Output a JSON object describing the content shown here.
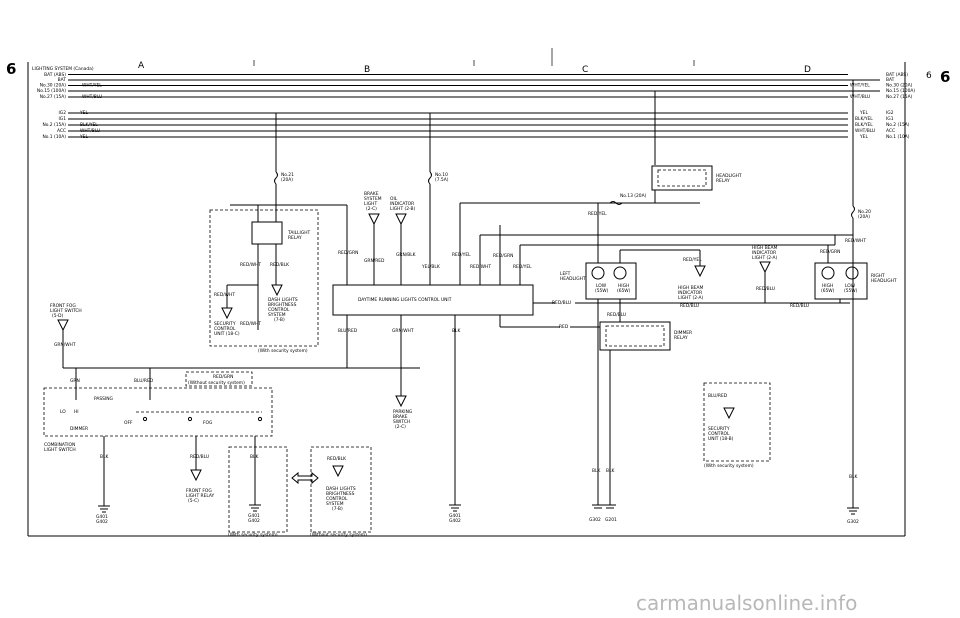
{
  "page": {
    "number_left": "6",
    "number_right": "6",
    "number_right_small": "6",
    "title": "LIGHTING SYSTEM (Canada)"
  },
  "columns": [
    "A",
    "B",
    "C",
    "D"
  ],
  "bus_left": [
    "BAT (ABS)",
    "BAT",
    "No.30 (20A)",
    "No.15 (100A)",
    "No.27 (15A)",
    "IG2",
    "IG1",
    "No.2 (15A)",
    "ACC",
    "No.1 (10A)"
  ],
  "bus_left_colors": [
    "WHT/YEL",
    "WHT/BLU",
    "YEL",
    "BLK/YEL",
    "WHT/BLU",
    "YEL"
  ],
  "bus_right": [
    "BAT (ABS)",
    "BAT",
    "No.30 (20A)",
    "No.15 (100A)",
    "No.27 (15A)",
    "IG2",
    "IG1",
    "No.2 (15A)",
    "ACC",
    "No.1 (10A)"
  ],
  "bus_right_colors": [
    "WHT/YEL",
    "WHT/BLU",
    "YEL",
    "BLK/YEL",
    "BLK/YEL",
    "WHT/BLU",
    "YEL"
  ],
  "fuses": {
    "f21": "No.21",
    "f21a": "(20A)",
    "f10": "No.10",
    "f10a": "(7.5A)",
    "f13": "No.13 (20A)",
    "f20": "No.20",
    "f20a": "(20A)"
  },
  "components": {
    "taillight_relay": [
      "TAILLIGHT",
      "RELAY"
    ],
    "brake_light": [
      "BRAKE",
      "SYSTEM",
      "LIGHT",
      "(2-C)"
    ],
    "oil_light": [
      "OIL",
      "INDICATOR",
      "LIGHT (2-B)"
    ],
    "headlight_relay": [
      "HEADLIGHT",
      "RELAY"
    ],
    "dimmer_relay": [
      "DIMMER",
      "RELAY"
    ],
    "left_headlight": [
      "LEFT",
      "HEADLIGHT"
    ],
    "right_headlight": [
      "RIGHT",
      "HEADLIGHT"
    ],
    "high_beam_top": [
      "HIGH BEAM",
      "INDICATOR",
      "LIGHT (2-A)"
    ],
    "high_beam_mid": [
      "HIGH BEAM",
      "INDICATOR",
      "LIGHT (2-A)"
    ],
    "drl_unit": "DAYTIME RUNNING LIGHTS CONTROL UNIT",
    "dash_lights_upper": [
      "DASH LIGHTS",
      "BRIGHTNESS",
      "CONTROL",
      "SYSTEM",
      "(7-B)"
    ],
    "security_upper": [
      "SECURITY",
      "CONTROL",
      "UNIT (18-C)"
    ],
    "with_security": "(With security system)",
    "without_security": "(Without security system)",
    "front_fog_switch": [
      "FRONT FOG",
      "LIGHT SWITCH",
      "(5-D)"
    ],
    "combination_switch": [
      "COMBINATION",
      "LIGHT SWITCH"
    ],
    "passing": "PASSING",
    "lo": "LO",
    "hi": "HI",
    "dimmer": "DIMMER",
    "off": "OFF",
    "fog": "FOG",
    "front_fog_relay": [
      "FRONT FOG",
      "LIGHT RELAY",
      "(5-C)"
    ],
    "dash_lights_lower": [
      "DASH LIGHTS",
      "BRIGHTNESS",
      "CONTROL",
      "SYSTEM",
      "(7-B)"
    ],
    "parking_brake": [
      "PARKING",
      "BRAKE",
      "SWITCH",
      "(2-C)"
    ],
    "security_lower": [
      "SECURITY",
      "CONTROL",
      "UNIT (18-B)"
    ],
    "low_l": "LOW",
    "low_l_w": "(55W)",
    "high_l": "HIGH",
    "high_l_w": "(65W)",
    "high_r": "HIGH",
    "high_r_w": "(65W)",
    "low_r": "LOW",
    "low_r_w": "(55W)"
  },
  "wires": {
    "red_grn": "RED/GRN",
    "red_wht": "RED/WHT",
    "red_blk": "RED/BLK",
    "grn_red": "GRN/RED",
    "grn_blk": "GRN/BLK",
    "yel_blk": "YEL/BLK",
    "red_yel": "RED/YEL",
    "red_blu": "RED/BLU",
    "red": "RED",
    "blu_red": "BLU/RED",
    "grn_wht": "GRN/WHT",
    "blk": "BLK",
    "grn": "GRN"
  },
  "grounds": {
    "g401": "G401",
    "g402": "G402",
    "g302": "G302",
    "g201": "G201"
  },
  "watermark": "carmanualsonline.info"
}
